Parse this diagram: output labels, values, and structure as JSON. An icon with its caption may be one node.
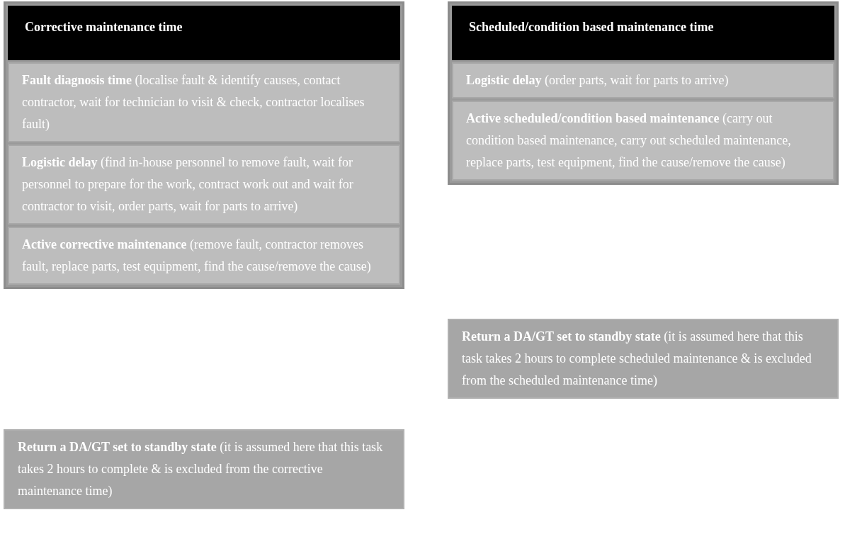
{
  "diagram": {
    "nodes": [
      {
        "text": [
          "Corrective maintenance time"
        ]
      },
      {
        "text": [
          "**Fault diagnosis time** (localise fault & identify causes, contact contractor, wait for technician to visit & check, contractor localises fault)"
        ],
        "in": 0
      },
      {
        "text": [
          "**Logistic delay** (find in-house personnel to remove fault, wait for personnel to prepare for the work, contract work out and wait for contractor to visit, order parts, wait for parts to arrive)"
        ],
        "in": 0
      },
      {
        "text": [
          "**Active corrective maintenance** (remove fault, contractor removes fault, replace parts, test equipment, find the cause/remove the cause)"
        ],
        "in": 0
      },
      {
        "text": [
          "**Return a DA/GT set to standby state** (it is assumed here that this task takes 2 hours to complete & is excluded from the corrective maintenance time)"
        ]
      },
      {
        "text": [
          "Scheduled/condition based maintenance time"
        ]
      },
      {
        "text": [
          "**Logistic delay** (order parts, wait for parts to arrive)"
        ],
        "in": 5
      },
      {
        "text": [
          "**Active scheduled/condition based maintenance** (carry out condition based maintenance, carry out scheduled maintenance, replace parts, test equipment, find the cause/remove the cause)"
        ],
        "in": 5
      },
      {
        "text": [
          "**Return a DA/GT set to standby state** (it is assumed here that this task takes 2 hours to complete scheduled maintenance & is excluded from the scheduled maintenance time)"
        ]
      }
    ]
  }
}
